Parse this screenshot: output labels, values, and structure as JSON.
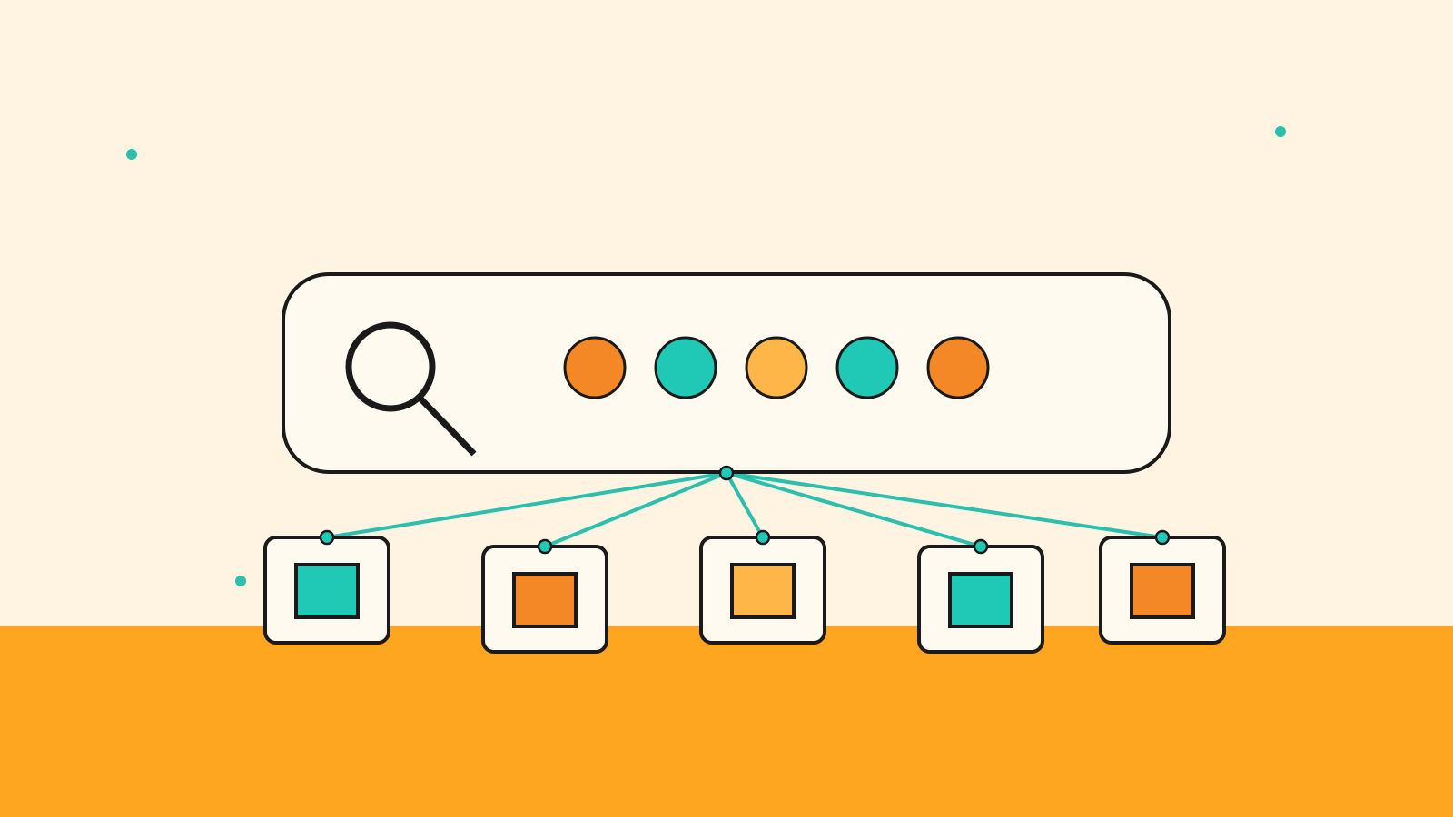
{
  "colors": {
    "background": "#FFF3E2",
    "ground": "#FFA620",
    "outline": "#1A1A1A",
    "panel": "#FFFAF0",
    "connector": "#2BBFAE",
    "dot_teal": "#20C9B6",
    "dot_orange": "#F48726",
    "dot_yellow": "#FFB649"
  },
  "search_bar": {
    "icon": "search-icon",
    "query_dots": [
      "orange",
      "teal",
      "yellow",
      "teal",
      "orange"
    ]
  },
  "result_cards": [
    {
      "fill": "teal"
    },
    {
      "fill": "orange"
    },
    {
      "fill": "yellow"
    },
    {
      "fill": "teal"
    },
    {
      "fill": "orange"
    }
  ],
  "decorations": {
    "sparkle_dots": 3
  }
}
